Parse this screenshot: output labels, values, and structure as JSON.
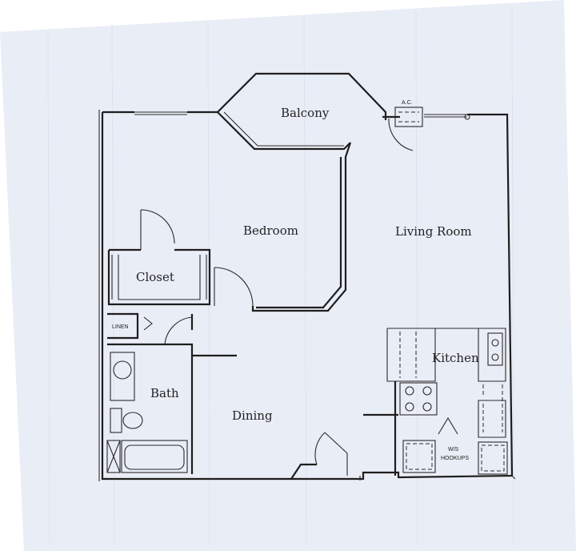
{
  "rooms": {
    "balcony": "Balcony",
    "bedroom": "Bedroom",
    "living_room": "Living Room",
    "closet": "Closet",
    "linen": "LINEN",
    "kitchen": "Kitchen",
    "bath": "Bath",
    "dining": "Dining",
    "ac": "A.C.",
    "ws_hookups_line1": "W/S",
    "ws_hookups_line2": "HOOKUPS"
  },
  "colors": {
    "paper": "#eaeef6",
    "ink": "#1e1e1e"
  }
}
